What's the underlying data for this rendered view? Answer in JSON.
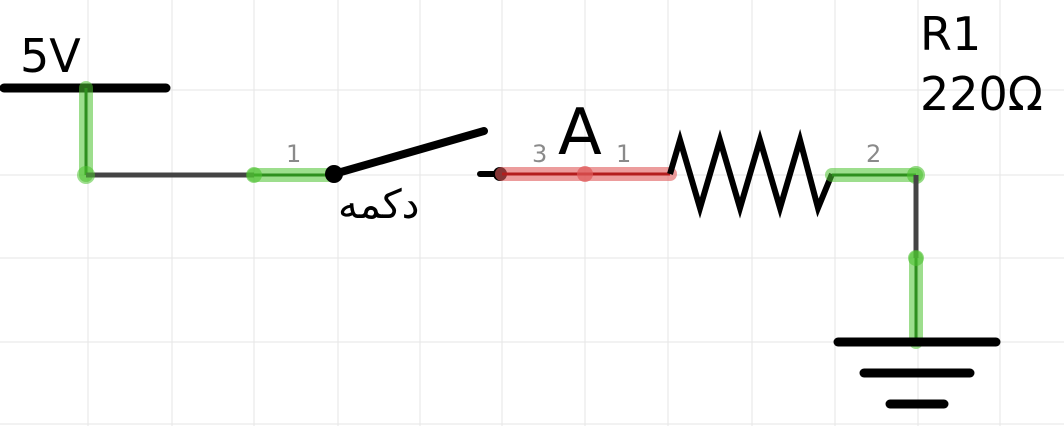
{
  "diagram": {
    "power_label": "5V",
    "switch_label": "دکمه",
    "node_label": "A",
    "resistor": {
      "name": "R1",
      "value": "220Ω"
    },
    "pins": {
      "switch_pin_left": "1",
      "switch_pin_right": "3",
      "resistor_pin_left": "1",
      "resistor_pin_right": "2"
    }
  },
  "colors": {
    "wire": "#444444",
    "symbol": "#000000",
    "connected_highlight": "#4cc230",
    "unconnected_highlight": "#e05a5a",
    "grid": "#e6e6e6"
  }
}
